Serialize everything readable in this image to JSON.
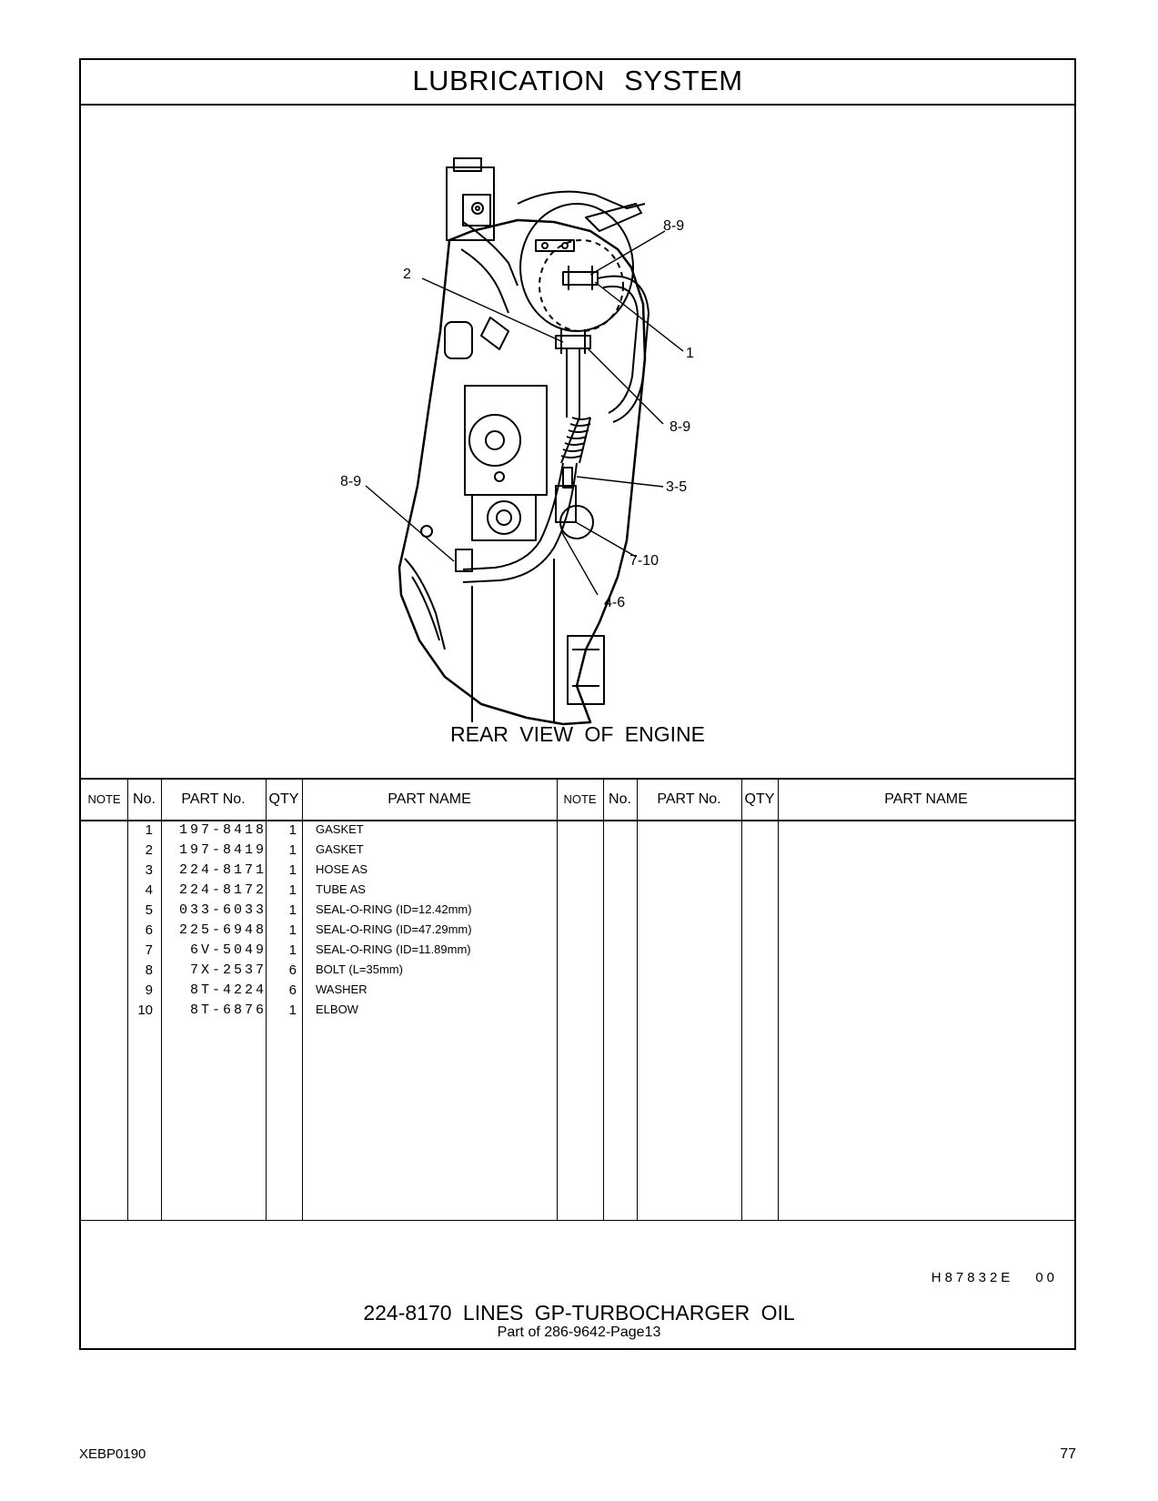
{
  "header": {
    "title": "LUBRICATION   SYSTEM"
  },
  "figure": {
    "caption": "REAR  VIEW  OF  ENGINE",
    "callouts": [
      "8-9",
      "2",
      "1",
      "8-9",
      "8-9",
      "3-5",
      "7-10",
      "4-6"
    ]
  },
  "table": {
    "headers": [
      "NOTE",
      "No.",
      "PART No.",
      "QTY",
      "PART NAME",
      "NOTE",
      "No.",
      "PART No.",
      "QTY",
      "PART NAME"
    ],
    "rows": [
      {
        "no": "1",
        "part_no": "197-8418",
        "qty": "1",
        "name": "GASKET"
      },
      {
        "no": "2",
        "part_no": "197-8419",
        "qty": "1",
        "name": "GASKET"
      },
      {
        "no": "3",
        "part_no": "224-8171",
        "qty": "1",
        "name": "HOSE  AS"
      },
      {
        "no": "4",
        "part_no": "224-8172",
        "qty": "1",
        "name": "TUBE  AS"
      },
      {
        "no": "5",
        "part_no": "033-6033",
        "qty": "1",
        "name": "SEAL-O-RING (ID=12.42mm)"
      },
      {
        "no": "6",
        "part_no": "225-6948",
        "qty": "1",
        "name": "SEAL-O-RING (ID=47.29mm)"
      },
      {
        "no": "7",
        "part_no": "6V-5049",
        "qty": "1",
        "name": "SEAL-O-RING (ID=11.89mm)"
      },
      {
        "no": "8",
        "part_no": "7X-2537",
        "qty": "6",
        "name": "BOLT (L=35mm)"
      },
      {
        "no": "9",
        "part_no": "8T-4224",
        "qty": "6",
        "name": "WASHER"
      },
      {
        "no": "10",
        "part_no": "8T-6876",
        "qty": "1",
        "name": "ELBOW"
      }
    ]
  },
  "catalog_code": {
    "code": "H87832E",
    "rev": "00"
  },
  "footer": {
    "group_title": "224-8170  LINES  GP-TURBOCHARGER  OIL",
    "group_sub": "Part of 286-9642-Page13",
    "doc_id": "XEBP0190",
    "page": "77"
  }
}
